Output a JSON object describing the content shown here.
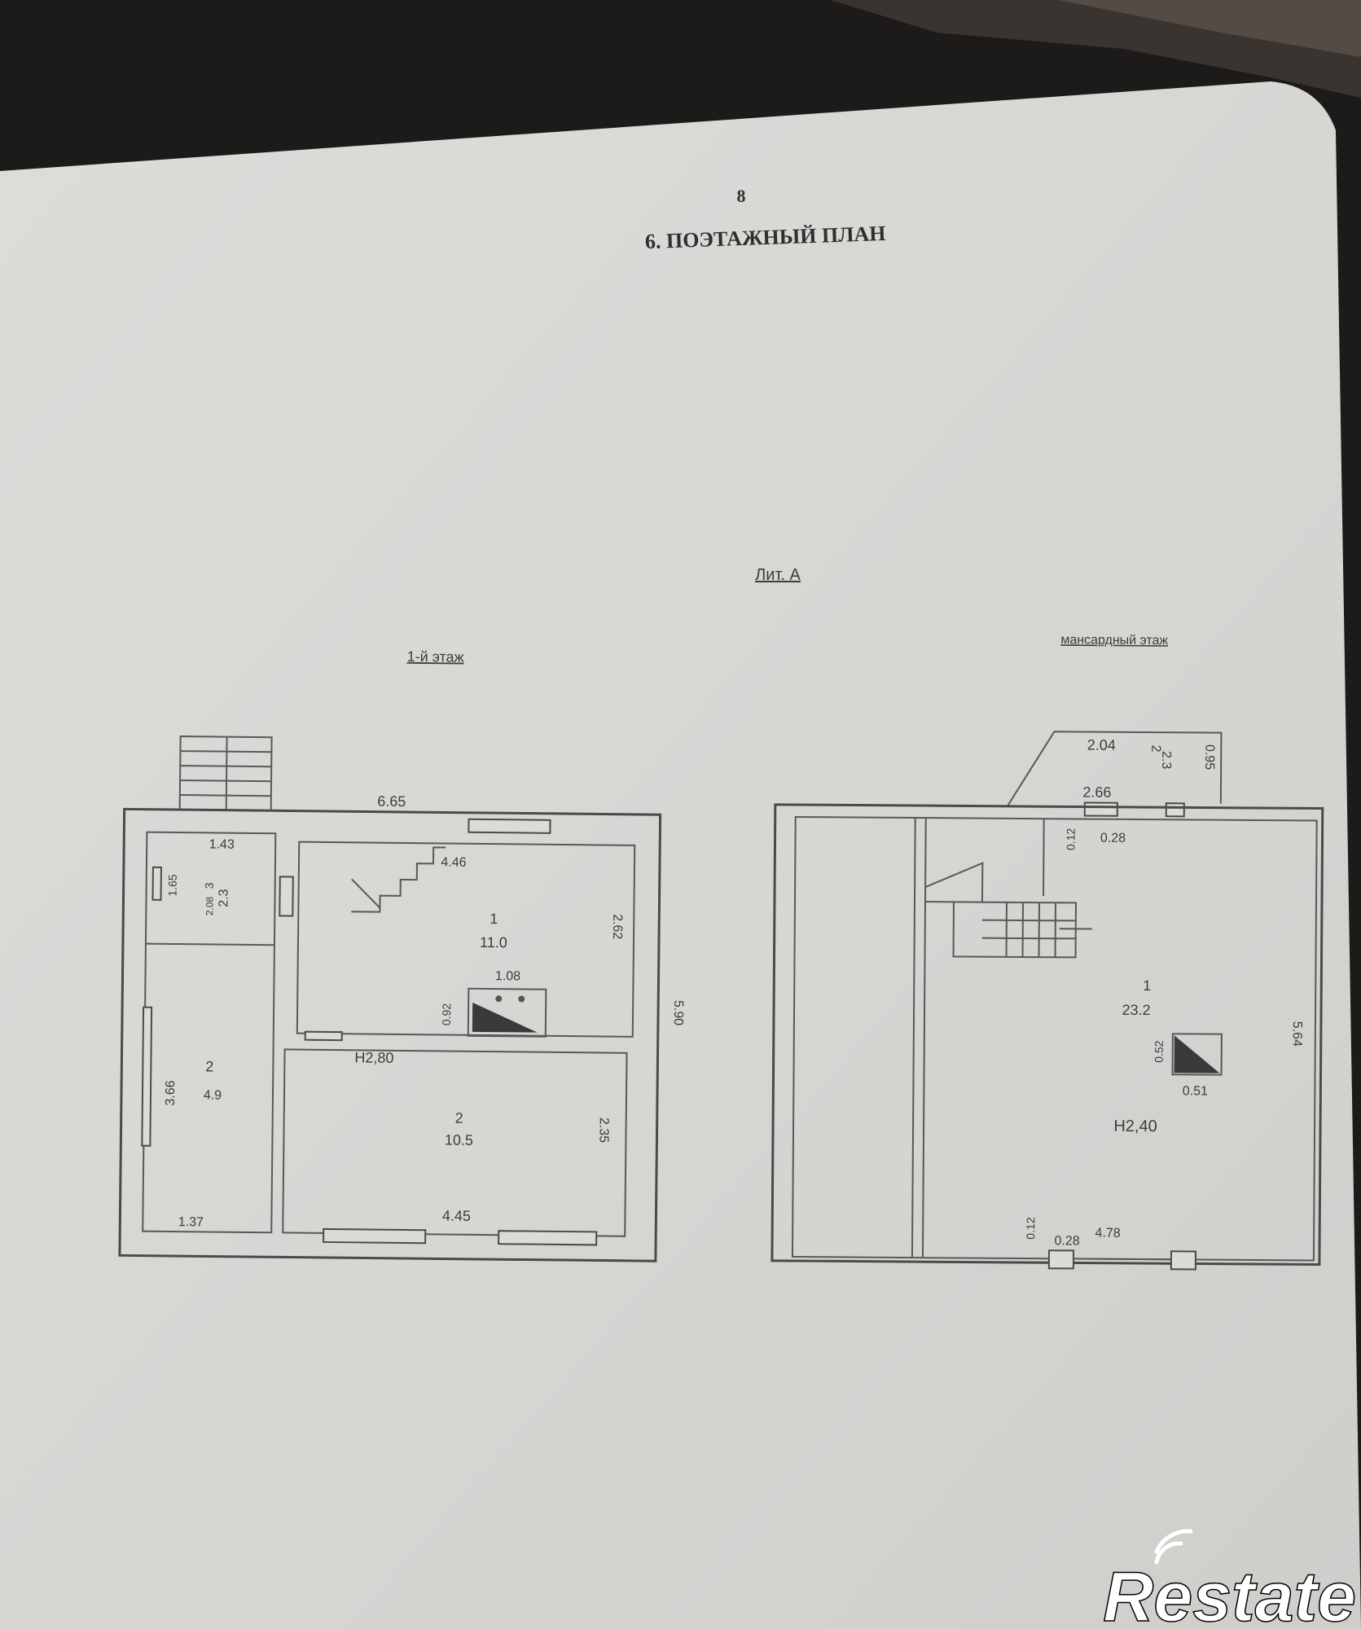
{
  "document": {
    "page_number": "8",
    "title": "6. ПОЭТАЖНЫЙ ПЛАН",
    "sheet_label": "Лит. А"
  },
  "watermark": {
    "brand": "Restate"
  },
  "plans": {
    "first_floor": {
      "label": "1-й этаж",
      "overall_width": "6.65",
      "overall_depth": "5.90",
      "corridor_width": "1.43",
      "room1": {
        "number": "1",
        "area": "11.0",
        "width": "4.46",
        "depth": "2.62"
      },
      "room2": {
        "number": "2",
        "area": "10.5",
        "width": "4.45",
        "depth": "2.35"
      },
      "height": "Н2,80",
      "stove_width": "1.08",
      "stove_depth": "0.92",
      "vestibule": {
        "number": "3",
        "area": "2.3",
        "height": "1.65",
        "depth": "2.08"
      },
      "veranda": {
        "number": "2",
        "area": "4.9",
        "length": "3.66",
        "width": "1.37"
      }
    },
    "attic_floor": {
      "label": "мансардный этаж",
      "balcony_width": "2.04",
      "balcony_inner": "2.66",
      "balcony_depth": "0.95",
      "balcony_area": "2.3",
      "balcony_number": "2",
      "room1": {
        "number": "1",
        "area": "23.2",
        "depth": "5.64",
        "width": "4.78"
      },
      "height": "Н2,40",
      "chimney_w": "0.51",
      "chimney_h": "0.52",
      "top_wall": "0.12",
      "top_gap": "0.28",
      "bottom_wall": "0.12",
      "bottom_gap": "0.28"
    }
  }
}
